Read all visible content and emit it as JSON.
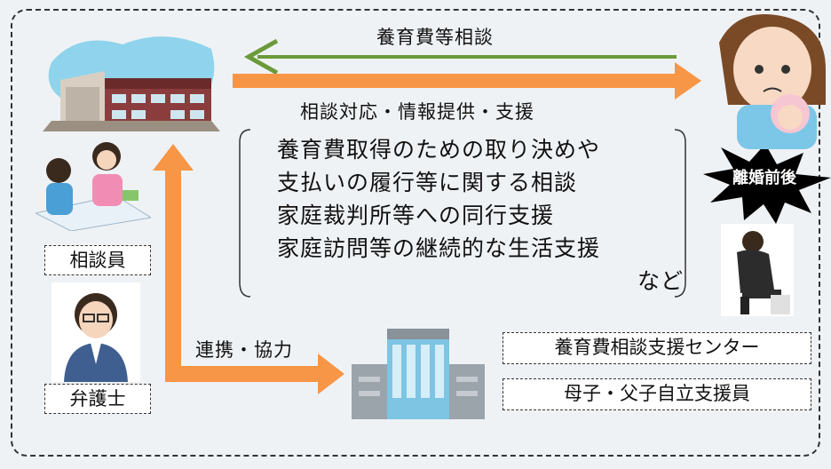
{
  "flows": {
    "request": "養育費等相談",
    "response": "相談対応・情報提供・支援",
    "cooperation": "連携・協力"
  },
  "services": [
    "養育費取得のための取り決めや",
    "支払いの履行等に関する相談",
    "家庭裁判所等への同行支援",
    "家庭訪問等の継続的な生活支援",
    "など"
  ],
  "badge": "離婚前後",
  "roles": {
    "counselor": "相談員",
    "lawyer": "弁護士"
  },
  "organizations": {
    "center": "養育費相談支援センター",
    "support_staff": "母子・父子自立支援員"
  },
  "colors": {
    "arrow_green": "#6a9a3a",
    "arrow_orange": "#f79646",
    "burst": "#000000"
  },
  "icons": [
    "city-office-building-icon",
    "counseling-scene-icon",
    "lawyer-person-icon",
    "mother-baby-icon",
    "worried-man-icon",
    "support-center-building-icon"
  ]
}
